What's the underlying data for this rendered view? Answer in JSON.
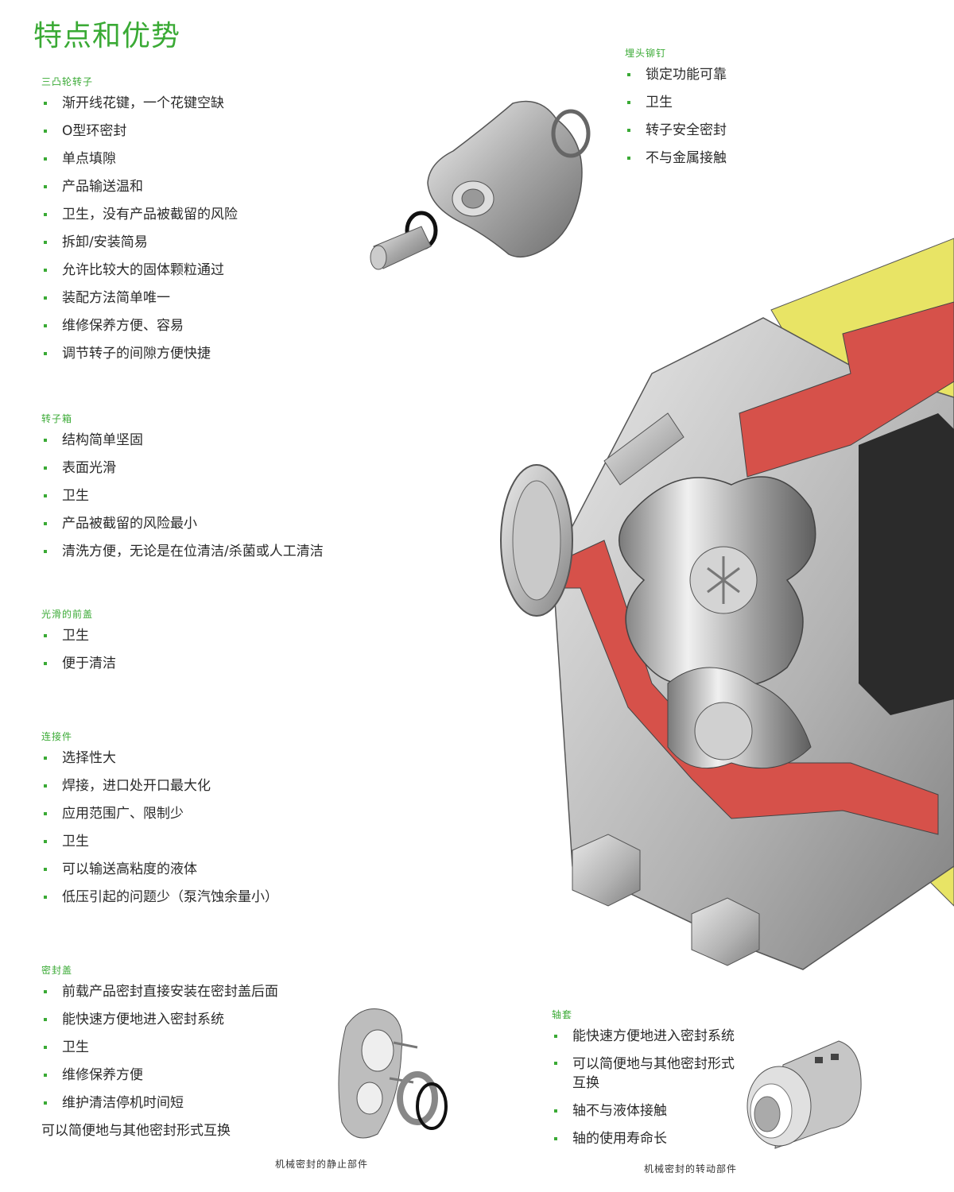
{
  "page_title": "特点和优势",
  "sections": {
    "rotor": {
      "heading": "三凸轮转子",
      "items": [
        "渐开线花键，一个花键空缺",
        "O型环密封",
        "单点填隙",
        "产品输送温和",
        "卫生，没有产品被截留的风险",
        "拆卸/安装简易",
        "允许比较大的固体颗粒通过",
        "装配方法简单唯一",
        "维修保养方便、容易",
        "调节转子的间隙方便快捷"
      ]
    },
    "rivet": {
      "heading": "埋头铆钉",
      "items": [
        "锁定功能可靠",
        "卫生",
        "转子安全密封",
        "不与金属接触"
      ]
    },
    "rotor_case": {
      "heading": "转子箱",
      "items": [
        "结构简单坚固",
        "表面光滑",
        "卫生",
        "产品被截留的风险最小",
        "清洗方便，无论是在位清洁/杀菌或人工清洁"
      ]
    },
    "front_cover": {
      "heading": "光滑的前盖",
      "items": [
        "卫生",
        "便于清洁"
      ]
    },
    "connections": {
      "heading": "连接件",
      "items": [
        "选择性大",
        "焊接，进口处开口最大化",
        "应用范围广、限制少",
        "卫生",
        "可以输送高粘度的液体",
        "低压引起的问题少（泵汽蚀余量小）"
      ]
    },
    "seal_cover": {
      "heading": "密封盖",
      "items": [
        "前载产品密封直接安装在密封盖后面",
        "能快速方便地进入密封系统",
        "卫生",
        "维修保养方便",
        "维护清洁停机时间短"
      ],
      "extra_line": "可以简便地与其他密封形式互换"
    },
    "shaft_sleeve": {
      "heading": "轴套",
      "items": [
        "能快速方便地进入密封系统",
        "可以简便地与其他密封形式互换",
        "轴不与液体接触",
        "轴的使用寿命长"
      ]
    }
  },
  "captions": {
    "stationary_seal": "机械密封的静止部件",
    "rotating_seal": "机械密封的转动部件"
  },
  "colors": {
    "accent": "#3aaa35",
    "pump_yellow": "#e8e465",
    "pump_red": "#d6514a",
    "metal": "#b8b8b8"
  }
}
